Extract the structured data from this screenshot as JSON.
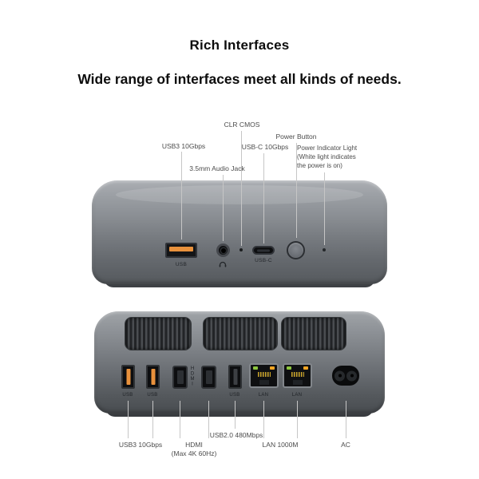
{
  "header": {
    "title": "Rich Interfaces",
    "subtitle": "Wide range of interfaces meet all kinds of needs."
  },
  "colors": {
    "accent_orange_usb_tongue": "#E8913C",
    "lan_led_green": "#8DC63F",
    "lan_led_amber": "#F5A623",
    "device_gray_light": "#A6AAAE",
    "device_gray_dark": "#54585C",
    "leader_line": "#C6C6C6",
    "callout_text": "#4C4C4C"
  },
  "icons": {
    "audio_jack": "headphone-icon"
  },
  "front_view": {
    "callouts": {
      "usb3": "USB3 10Gbps",
      "audio": "3.5mm Audio Jack",
      "clr_cmos": "CLR CMOS",
      "usbc": "USB-C 10Gbps",
      "power_button": "Power Button",
      "power_indicator": "Power Indicator Light\n(White light indicates\nthe power is on)"
    },
    "port_labels": {
      "usb": "USB",
      "usbc": "USB-C"
    }
  },
  "rear_view": {
    "callouts": {
      "usb3": "USB3 10Gbps",
      "hdmi": "HDMI\n(Max 4K 60Hz)",
      "usb2": "USB2.0 480Mbps",
      "lan": "LAN 1000M",
      "ac": "AC"
    },
    "port_labels": {
      "usb_left_1": "USB",
      "usb_left_2": "USB",
      "hdmi_vertical": "HDMI",
      "usb2": "USB",
      "lan_1": "LAN",
      "lan_2": "LAN"
    }
  }
}
